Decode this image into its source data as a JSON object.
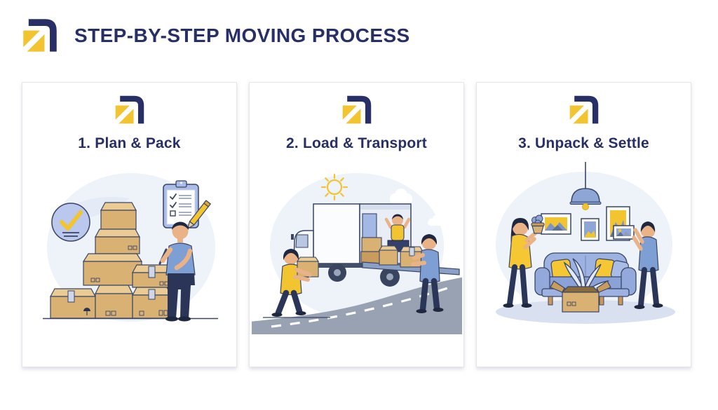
{
  "header": {
    "title": "STEP-BY-STEP MOVING PROCESS"
  },
  "brand": {
    "logo_icon": "arrow-corner-logo-icon"
  },
  "colors": {
    "navy": "#272f66",
    "yellow": "#f2c430",
    "card_border": "#e5e6ea",
    "illustration_background": "#eef2f9",
    "box_tan": "#d9b273",
    "shirt_blue": "#7d9fd4"
  },
  "steps": [
    {
      "title": "1. Plan & Pack",
      "illustration": "person-labeling-stacked-boxes-with-checklist"
    },
    {
      "title": "2. Load & Transport",
      "illustration": "movers-loading-truck-on-road"
    },
    {
      "title": "3. Unpack & Settle",
      "illustration": "couple-decorating-living-room"
    }
  ]
}
